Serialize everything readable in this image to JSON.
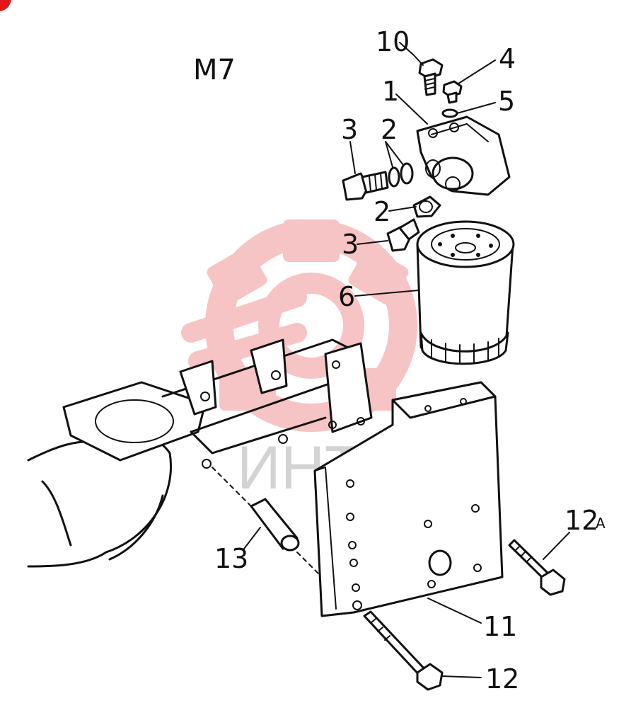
{
  "title": "M7",
  "watermark": {
    "text": "ИНТЕХ",
    "color": "#e03030"
  },
  "labels": {
    "p10": "10",
    "p4": "4",
    "p1": "1",
    "p5": "5",
    "p3a": "3",
    "p2a": "2",
    "p2b": "2",
    "p3b": "3",
    "p6": "6",
    "p12a": "12",
    "p12a_suffix": "A",
    "p13": "13",
    "p11": "11",
    "p12": "12"
  }
}
